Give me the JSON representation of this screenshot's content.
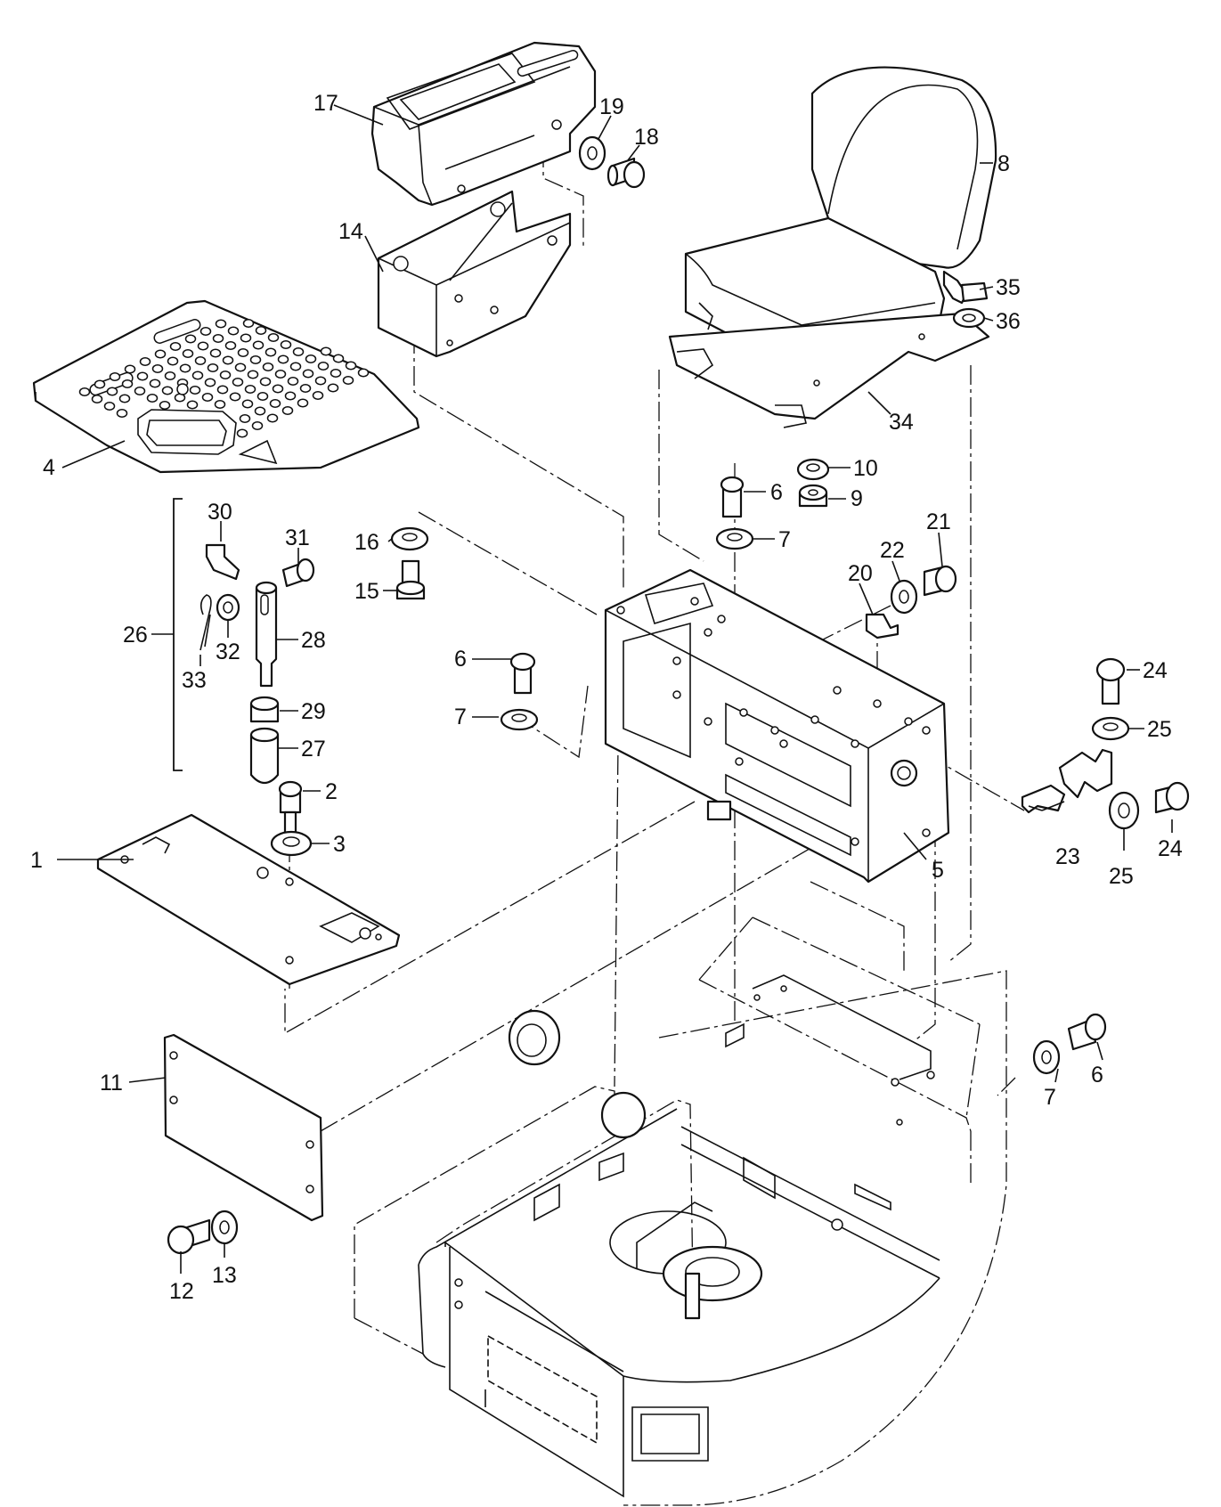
{
  "callouts": [
    {
      "id": "1",
      "label": "1"
    },
    {
      "id": "2",
      "label": "2"
    },
    {
      "id": "3",
      "label": "3"
    },
    {
      "id": "4",
      "label": "4"
    },
    {
      "id": "5",
      "label": "5"
    },
    {
      "id": "6a",
      "label": "6"
    },
    {
      "id": "6b",
      "label": "6"
    },
    {
      "id": "6c",
      "label": "6"
    },
    {
      "id": "7a",
      "label": "7"
    },
    {
      "id": "7b",
      "label": "7"
    },
    {
      "id": "7c",
      "label": "7"
    },
    {
      "id": "8",
      "label": "8"
    },
    {
      "id": "9",
      "label": "9"
    },
    {
      "id": "10",
      "label": "10"
    },
    {
      "id": "11",
      "label": "11"
    },
    {
      "id": "12",
      "label": "12"
    },
    {
      "id": "13",
      "label": "13"
    },
    {
      "id": "14",
      "label": "14"
    },
    {
      "id": "15",
      "label": "15"
    },
    {
      "id": "16",
      "label": "16"
    },
    {
      "id": "17",
      "label": "17"
    },
    {
      "id": "18",
      "label": "18"
    },
    {
      "id": "19",
      "label": "19"
    },
    {
      "id": "20",
      "label": "20"
    },
    {
      "id": "21",
      "label": "21"
    },
    {
      "id": "22",
      "label": "22"
    },
    {
      "id": "23",
      "label": "23"
    },
    {
      "id": "24a",
      "label": "24"
    },
    {
      "id": "24b",
      "label": "24"
    },
    {
      "id": "25a",
      "label": "25"
    },
    {
      "id": "25b",
      "label": "25"
    },
    {
      "id": "26",
      "label": "26"
    },
    {
      "id": "27",
      "label": "27"
    },
    {
      "id": "28",
      "label": "28"
    },
    {
      "id": "29",
      "label": "29"
    },
    {
      "id": "30",
      "label": "30"
    },
    {
      "id": "31",
      "label": "31"
    },
    {
      "id": "32",
      "label": "32"
    },
    {
      "id": "33",
      "label": "33"
    },
    {
      "id": "34",
      "label": "34"
    },
    {
      "id": "35",
      "label": "35"
    },
    {
      "id": "36",
      "label": "36"
    }
  ]
}
